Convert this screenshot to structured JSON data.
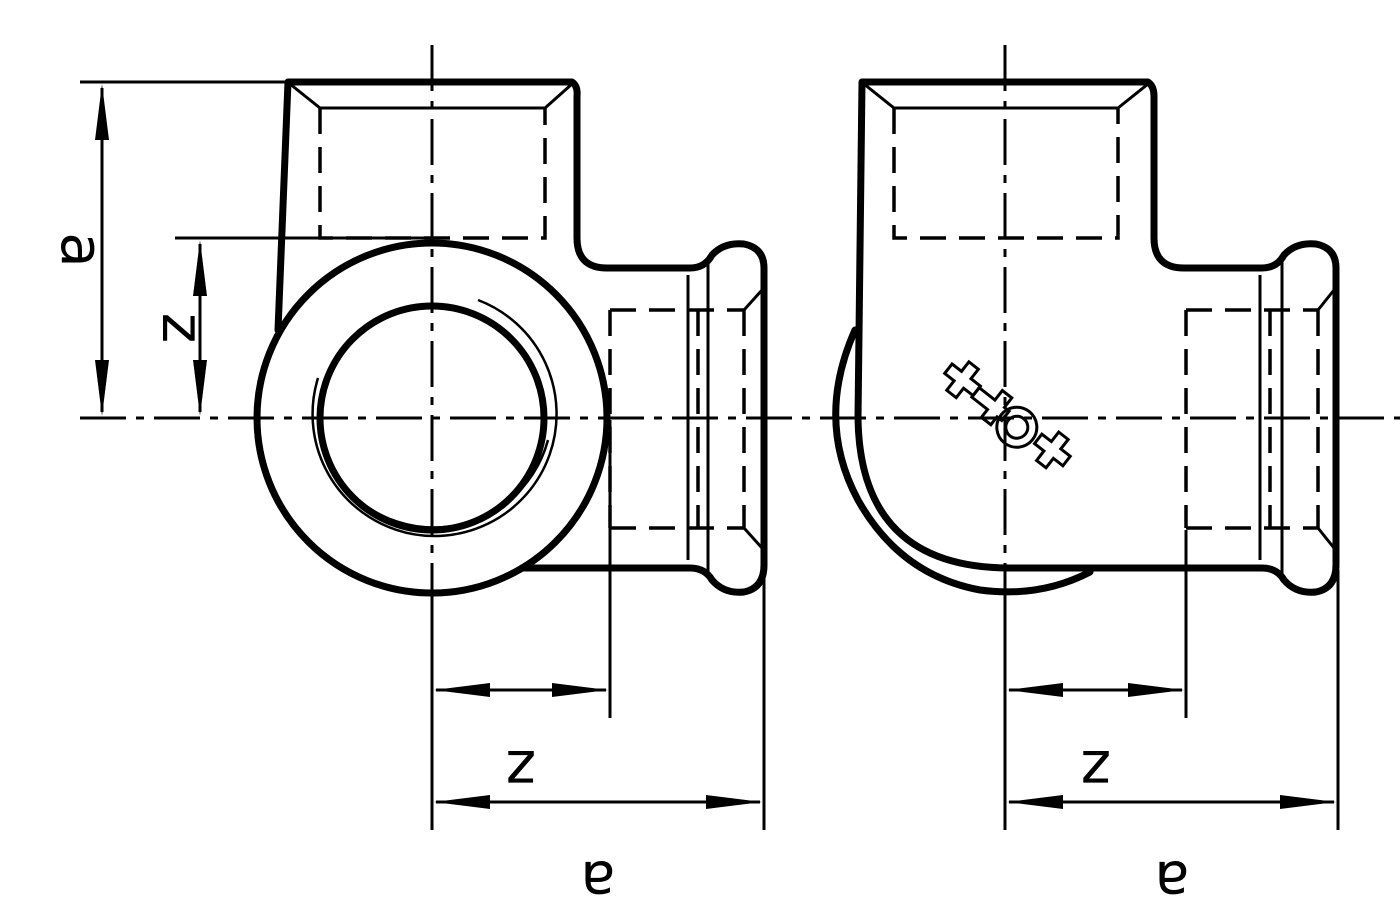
{
  "dimensions": {
    "left_vertical_outer": "a",
    "left_vertical_inner": "z",
    "left_bottom_inner": "z",
    "left_bottom_outer": "a",
    "right_bottom_inner": "z",
    "right_bottom_outer": "a"
  },
  "colors": {
    "line": "#000000",
    "background": "#ffffff"
  },
  "icons": [
    "fitting-side-view",
    "fitting-front-view",
    "centre-mark-symbol"
  ]
}
